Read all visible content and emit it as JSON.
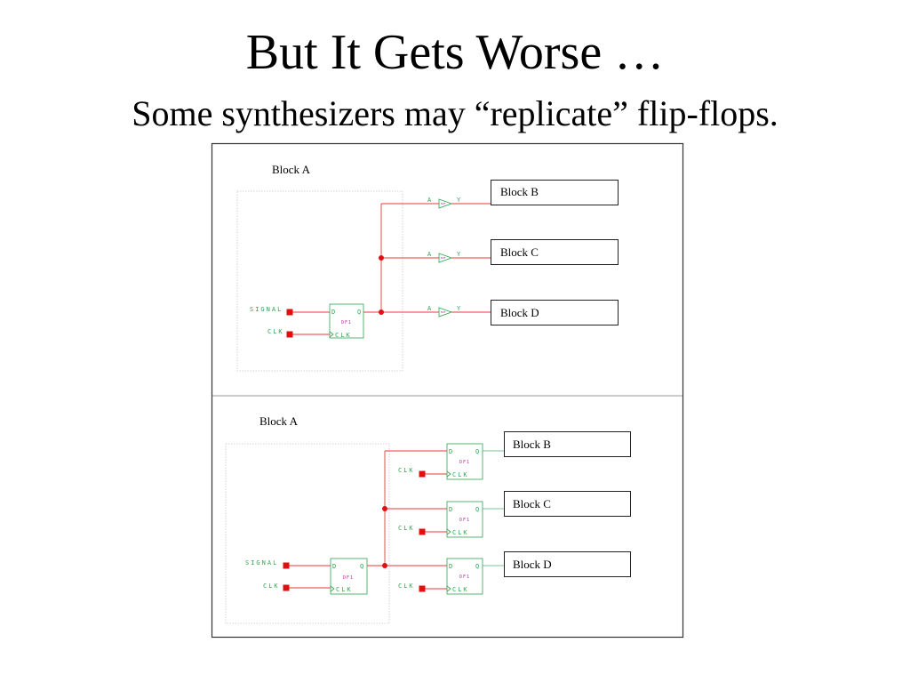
{
  "slide": {
    "title": "But It Gets Worse …",
    "subtitle": "Some synthesizers may “replicate” flip-flops."
  },
  "top_panel": {
    "block_a": "Block A",
    "block_b": "Block B",
    "block_c": "Block C",
    "block_d": "Block D",
    "signal_port": "SIGNAL",
    "clk_port": "CLK",
    "ff_d": "D",
    "ff_q": "Q",
    "ff_clk": "CLK",
    "ff_inst": "DF1",
    "buf_in": "A",
    "buf_out": "Y",
    "buf_inst": "BUF"
  },
  "bottom_panel": {
    "block_a": "Block A",
    "block_b": "Block B",
    "block_c": "Block C",
    "block_d": "Block D",
    "signal_port": "SIGNAL",
    "clk_port": "CLK",
    "ff_d": "D",
    "ff_q": "Q",
    "ff_clk": "CLK",
    "ff_inst": "DF1"
  },
  "colors": {
    "wire": "#e83a3a",
    "wire_green": "#7cc48c",
    "port": "#e01010",
    "ff_stroke": "#2fa44f",
    "dotted_boundary": "#c8c8c8",
    "frame": "#333333"
  }
}
